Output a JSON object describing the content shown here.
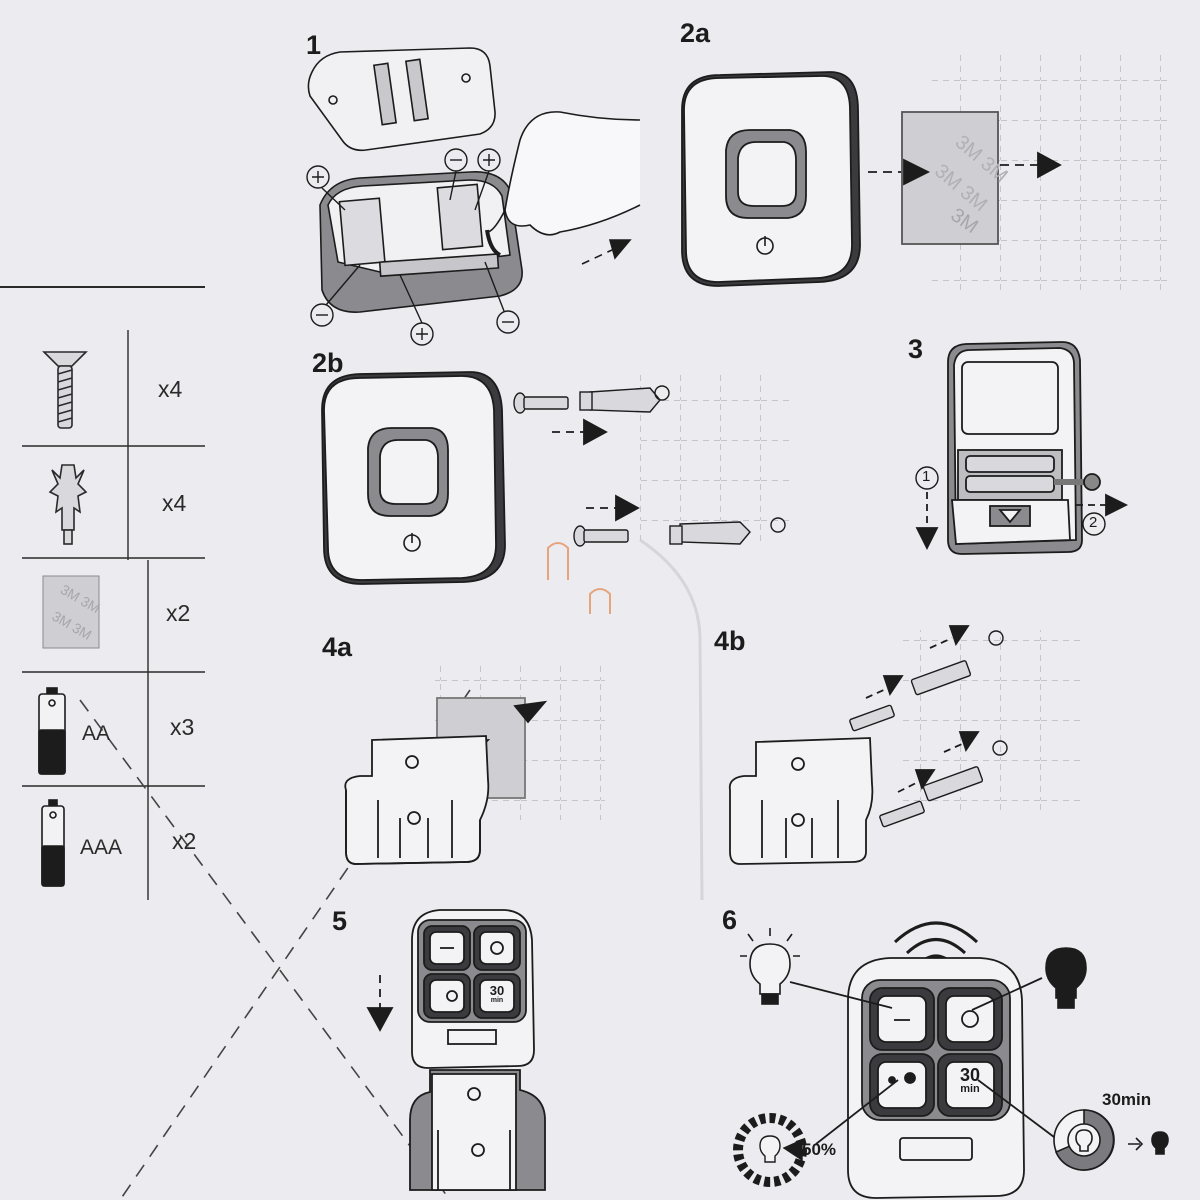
{
  "steps": {
    "s1": "1",
    "s2a": "2a",
    "s2b": "2b",
    "s3": "3",
    "s4a": "4a",
    "s4b": "4b",
    "s5": "5",
    "s6": "6"
  },
  "parts": [
    {
      "item": "screw-icon",
      "qty": "x4"
    },
    {
      "item": "wall-plug-icon",
      "qty": "x4"
    },
    {
      "item": "adhesive-pad-icon",
      "qty": "x2"
    },
    {
      "item": "aa-battery-icon",
      "label": "AA",
      "qty": "x3"
    },
    {
      "item": "aaa-battery-icon",
      "label": "AAA",
      "qty": "x2"
    }
  ],
  "pad_brand": "3M",
  "sequence": {
    "first": "1",
    "second": "2"
  },
  "remote": {
    "timer_value": "30",
    "timer_unit": "min"
  },
  "dimming": {
    "label": "50%"
  },
  "timer": {
    "label": "30min"
  },
  "colors": {
    "background": "#ecebef",
    "line": "#1c1c1c",
    "device_dark": "#3b3b3f",
    "device_mid": "#8a8a8f"
  }
}
